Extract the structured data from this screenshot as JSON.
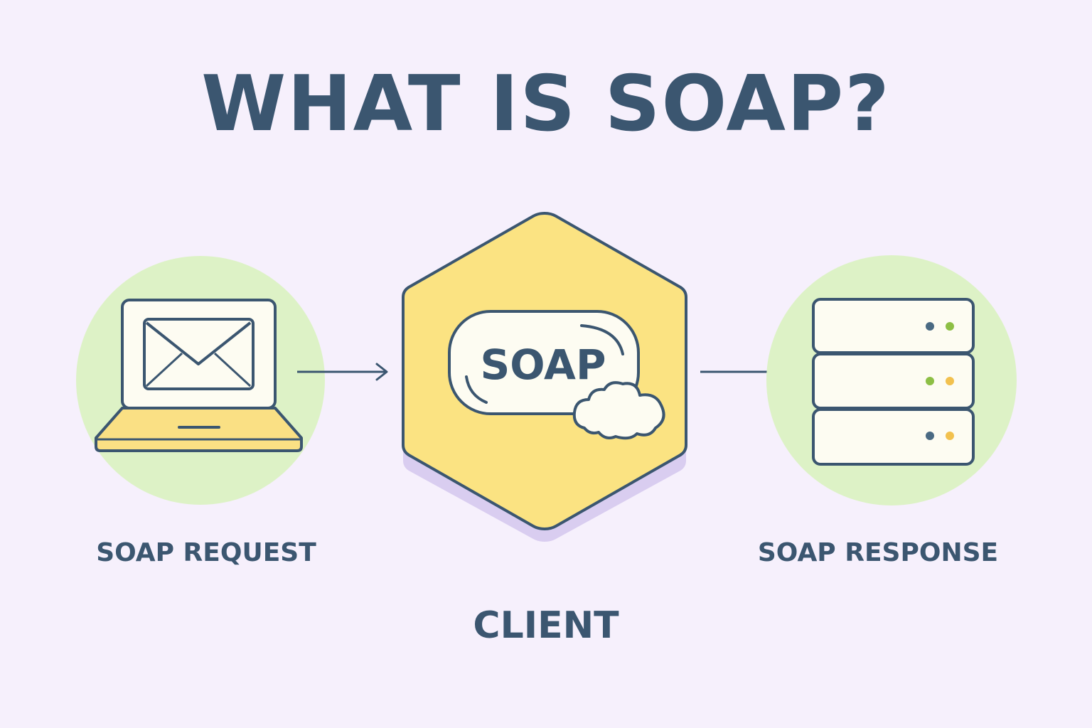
{
  "title": "WHAT IS SOAP?",
  "nodes": {
    "request": {
      "label": "SOAP REQUEST",
      "icon": "laptop-envelope-icon"
    },
    "client": {
      "label": "CLIENT",
      "badge_text": "SOAP",
      "icon": "soap-bar-icon"
    },
    "response": {
      "label": "SOAP RESPONSE",
      "icon": "server-stack-icon"
    }
  },
  "colors": {
    "background": "#f6f0fc",
    "text": "#3b5670",
    "circle": "#ddf2c6",
    "hexagon": "#fbe382",
    "laptop_base": "#fae084",
    "screen": "#fdfcf2",
    "dot_green": "#8dbf45",
    "dot_yellow": "#f2c14e",
    "dot_blue": "#4a6a83"
  }
}
